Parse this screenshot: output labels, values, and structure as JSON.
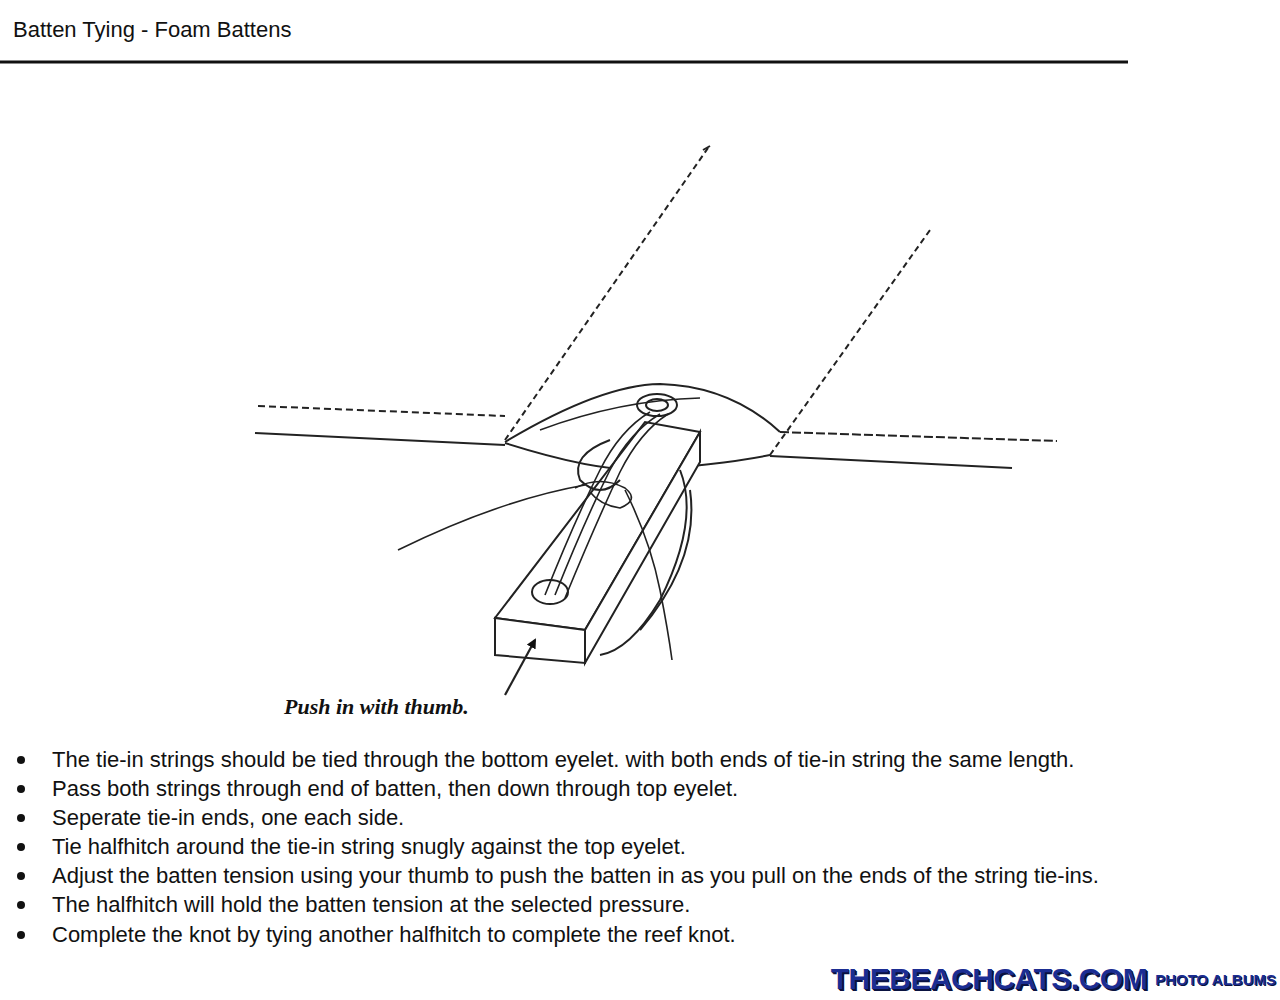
{
  "diagram": {
    "title": "Batten Tying - Foam Battens",
    "labels": [
      "Push in with thumb.",
      "The tie-in strings should be tied through the bottom eyelet. with both ends of tie-in string the same length.",
      "Pass both strings through end of batten, then down through top eyelet.",
      "Seperate tie-in ends, one each side.",
      "Tie halfhitch around the tie-in string snugly against the top eyelet.",
      "Adjust the batten tension using your thumb to push the batten in as you pull on the ends of the string tie-ins.",
      "The halfhitch will hold the batten tension at the selected pressure.",
      "Complete the knot by tying another halfhitch to complete the reef knot.",
      "THEBEACHCATS.COM",
      "PHOTO ALBUMS"
    ]
  }
}
